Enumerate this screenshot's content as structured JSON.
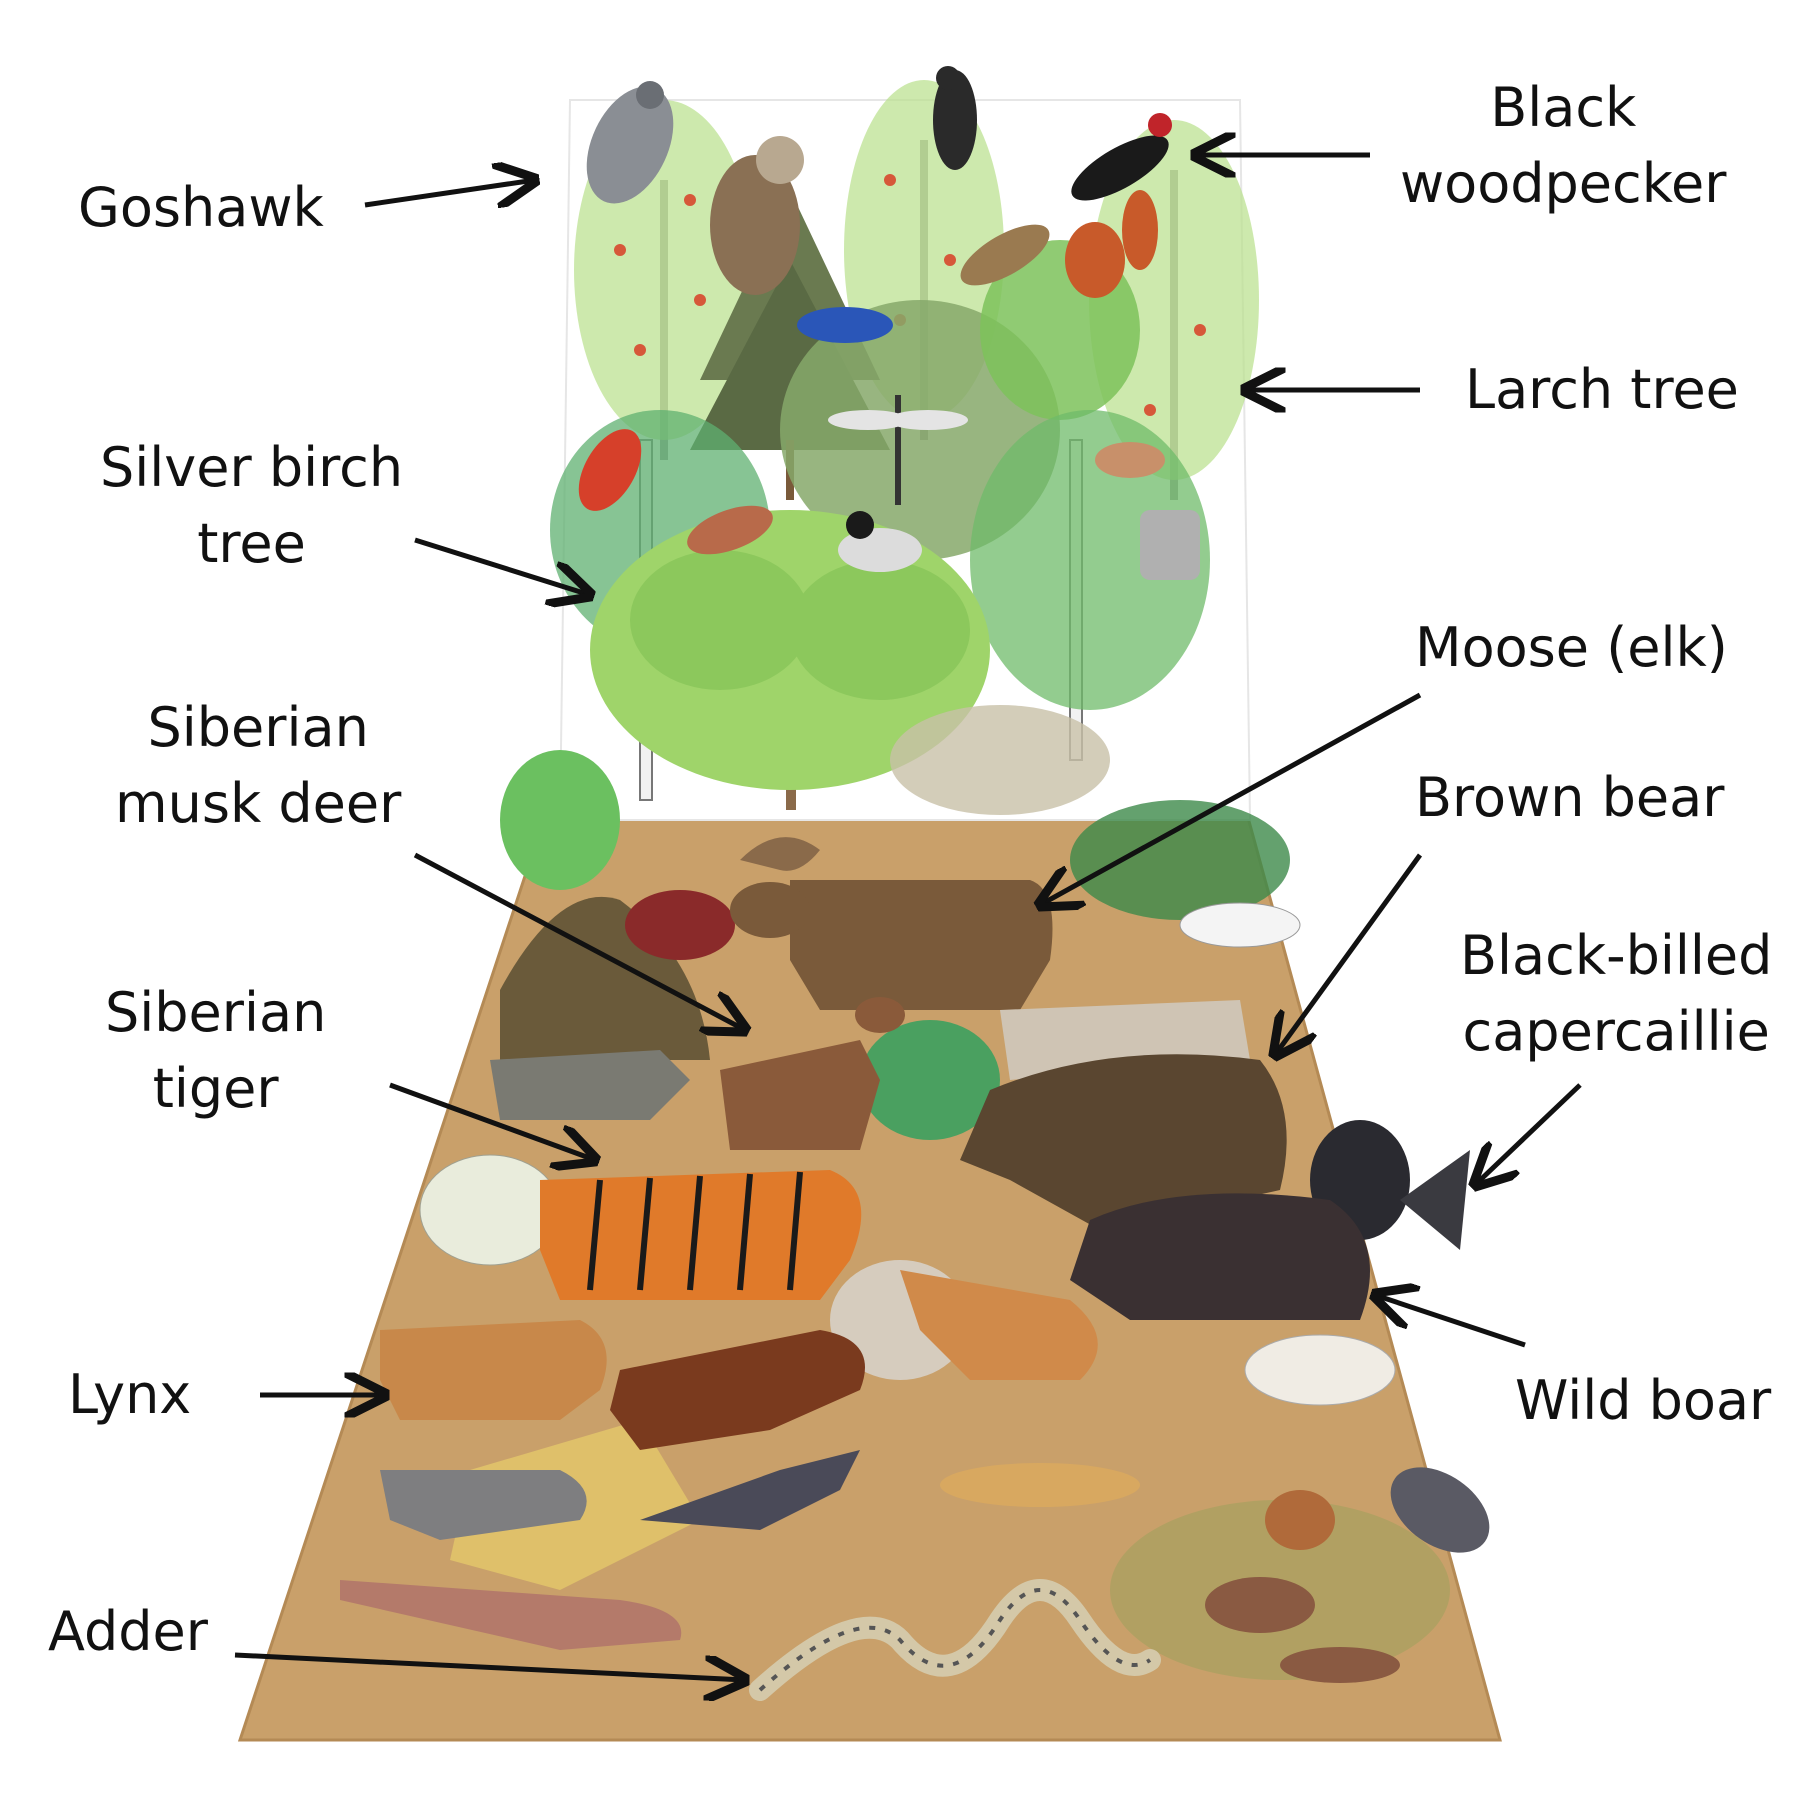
{
  "title": "",
  "colors": {
    "board": "#c9a06a",
    "board_edge": "#b48a55",
    "foliage_light": "#9fd46a",
    "foliage_mid": "#6bb85a",
    "foliage_dark": "#3d8a4a",
    "trunk": "#8a6a4a",
    "arrow": "#111111"
  },
  "labels": {
    "goshawk": "Goshawk",
    "black_woodpecker": [
      "Black",
      "woodpecker"
    ],
    "larch_tree": "Larch tree",
    "silver_birch": [
      "Silver birch",
      "tree"
    ],
    "moose": "Moose (elk)",
    "musk_deer": [
      "Siberian",
      "musk deer"
    ],
    "brown_bear": "Brown bear",
    "capercaillie": [
      "Black-billed",
      "capercaillie"
    ],
    "tiger": [
      "Siberian",
      "tiger"
    ],
    "lynx": "Lynx",
    "wild_boar": "Wild boar",
    "adder": "Adder"
  },
  "icons": [
    "goshawk-icon",
    "owl-icon",
    "nutcracker-icon",
    "woodpecker-icon",
    "waxwing-icon",
    "squirrel-icon",
    "bluebird-icon",
    "crossbill-icon",
    "chaffinch-icon",
    "tit-icon",
    "dragonfly-icon",
    "butterfly-icon",
    "moose-icon",
    "musk-deer-icon",
    "bear-icon",
    "capercaillie-icon",
    "wolf-icon",
    "tiger-icon",
    "lynx-icon",
    "wolverine-icon",
    "fox-icon",
    "boar-icon",
    "badger-icon",
    "nutcracker-ground-icon",
    "mink-icon",
    "chipmunk-icon",
    "lizard-icon",
    "adder-icon",
    "vole-icon",
    "bunting-icon"
  ]
}
